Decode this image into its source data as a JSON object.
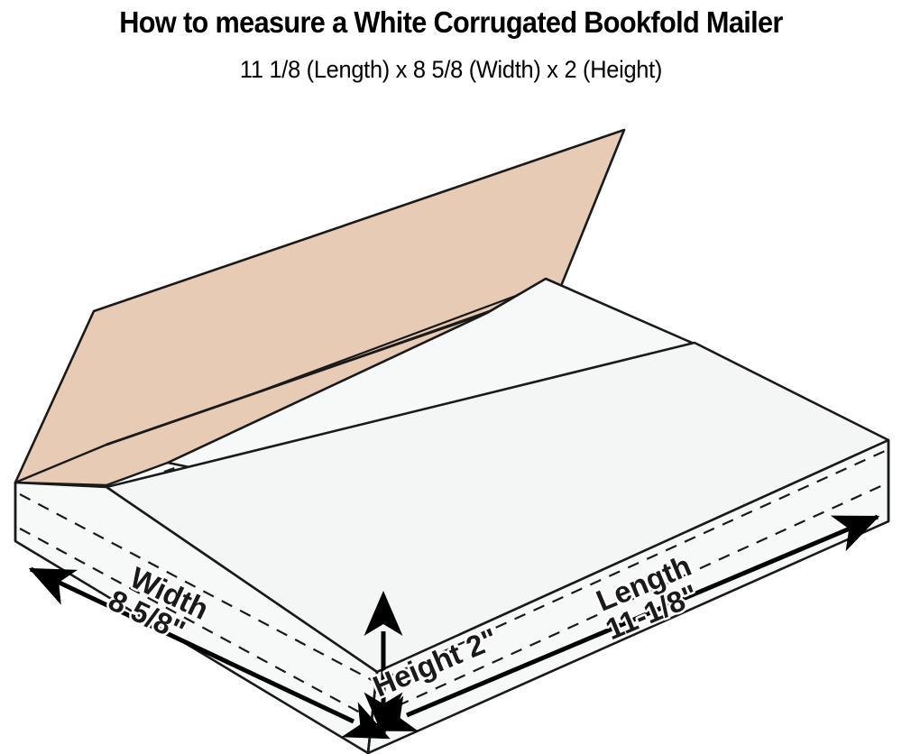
{
  "header": {
    "title": "How to measure a White Corrugated Bookfold Mailer",
    "subtitle": "11 1/8 (Length) x 8 5/8 (Width) x 2  (Height)"
  },
  "diagram": {
    "alt_name": "bookfold-mailer-isometric",
    "dimensions": {
      "length": {
        "label": "Length",
        "value": "11-1/8\""
      },
      "width": {
        "label": "Width",
        "value": "8 5/8\""
      },
      "height": {
        "label": "Height 2\"",
        "value": "2\""
      }
    },
    "colors": {
      "kraft": "#e7cbb4",
      "white_panel": "#f4f6f5",
      "white_panel_alt": "#f7f8f8",
      "outline": "#1a1a1a",
      "text": "#000000",
      "background": "#ffffff"
    }
  }
}
